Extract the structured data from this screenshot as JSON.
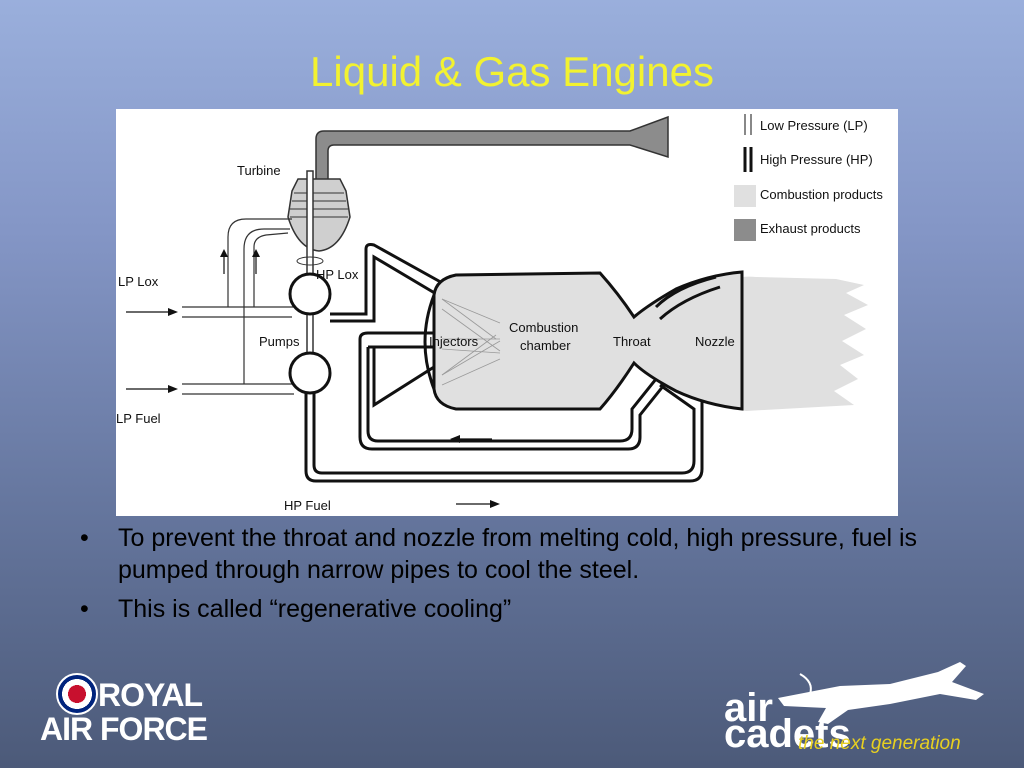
{
  "slide": {
    "title": "Liquid & Gas Engines",
    "bullets": [
      "To prevent the throat and nozzle from melting cold, high pressure, fuel is pumped through narrow pipes to cool the steel.",
      "This is called “regenerative cooling”"
    ]
  },
  "diagram": {
    "labels": {
      "turbine": "Turbine",
      "lp_lox": "LP Lox",
      "hp_lox": "HP Lox",
      "pumps": "Pumps",
      "lp_fuel": "LP Fuel",
      "hp_fuel": "HP Fuel",
      "injectors": "Injectors",
      "combustion_l1": "Combustion",
      "combustion_l2": "chamber",
      "throat": "Throat",
      "nozzle": "Nozzle"
    },
    "legend": [
      {
        "label": "Low Pressure (LP)"
      },
      {
        "label": "High  Pressure (HP)"
      },
      {
        "label": "Combustion products",
        "color": "#e0e0e0"
      },
      {
        "label": "Exhaust products",
        "color": "#8c8c8c"
      }
    ]
  },
  "logos": {
    "raf": {
      "line1": "ROYAL",
      "line2": "AIR FORCE"
    },
    "air_cadets": {
      "word1": "air",
      "word2": "cadets",
      "tagline": "the next generation"
    }
  },
  "colors": {
    "title": "#f2f230",
    "combustion": "#e0e0e0",
    "exhaust": "#8c8c8c",
    "cadets_accent": "#e8d020"
  }
}
